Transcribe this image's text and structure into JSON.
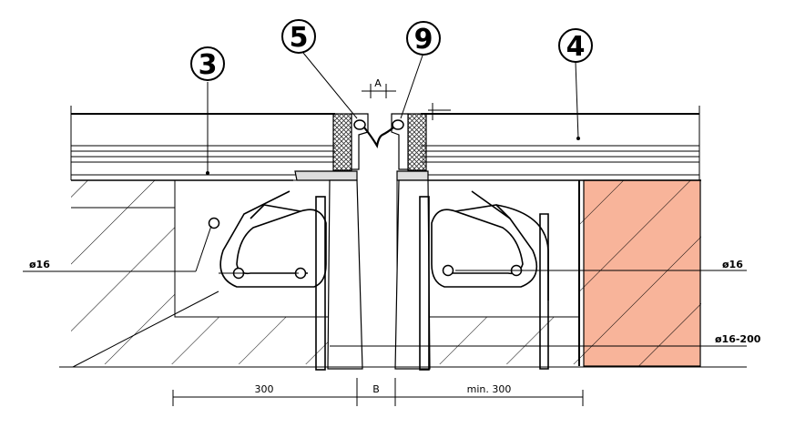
{
  "drawing": {
    "callouts": {
      "c3": "3",
      "c5": "5",
      "c9": "9",
      "c4": "4"
    },
    "rebar_labels": {
      "left": "ø16",
      "right": "ø16",
      "stirrup": "ø16-200"
    },
    "dimensions": {
      "gap_top": "A",
      "left_span": "300",
      "gap_bottom": "B",
      "right_span": "min. 300"
    },
    "colors": {
      "ink": "#000000",
      "hatched_block": "#f8b49a",
      "mesh": "#333333"
    }
  }
}
